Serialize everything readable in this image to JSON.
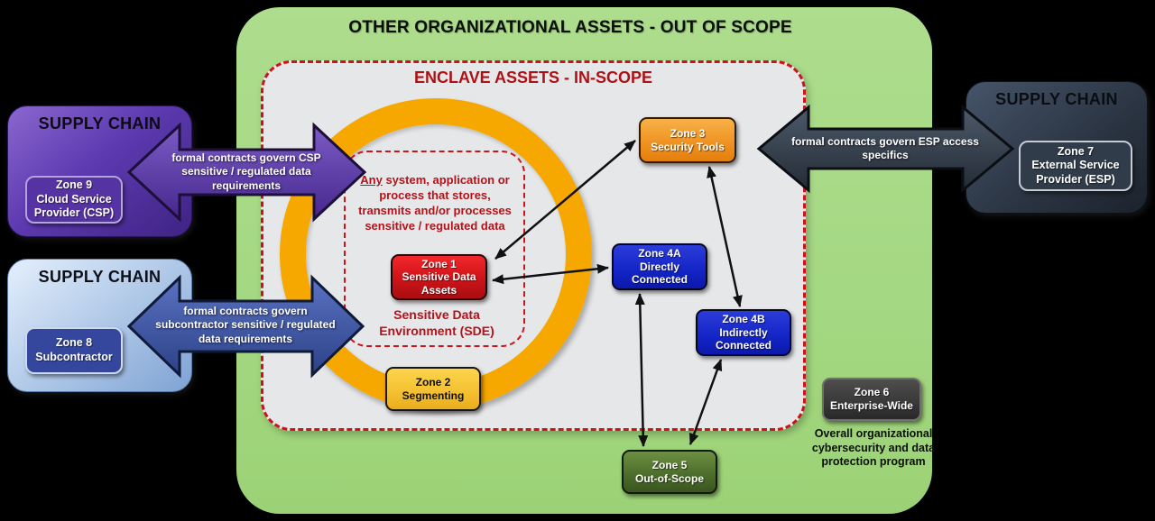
{
  "diagram": {
    "outer_title": "OTHER ORGANIZATIONAL ASSETS - OUT OF SCOPE",
    "enclave_title": "ENCLAVE ASSETS - IN-SCOPE"
  },
  "sde": {
    "any_word": "Any",
    "description_rest": " system, application or process that stores, transmits and/or processes sensitive / regulated data",
    "label": "Sensitive Data\nEnvironment (SDE)"
  },
  "zones": {
    "zone1": "Zone 1\nSensitive Data\nAssets",
    "zone2": "Zone 2\nSegmenting",
    "zone3": "Zone 3\nSecurity Tools",
    "zone4a": "Zone 4A\nDirectly\nConnected",
    "zone4b": "Zone 4B\nIndirectly\nConnected",
    "zone5": "Zone 5\nOut-of-Scope",
    "zone6": "Zone 6\nEnterprise-Wide",
    "zone6_caption": "Overall organizational cybersecurity and data protection program",
    "zone7": "Zone 7\nExternal Service\nProvider (ESP)",
    "zone8": "Zone 8\nSubcontractor",
    "zone9": "Zone 9\nCloud Service\nProvider (CSP)"
  },
  "supply_chain": {
    "csp": {
      "title": "SUPPLY CHAIN",
      "arrow_label": "formal contracts govern CSP sensitive / regulated data requirements"
    },
    "subcontractor": {
      "title": "SUPPLY CHAIN",
      "arrow_label": "formal contracts govern subcontractor sensitive / regulated data requirements"
    },
    "esp": {
      "title": "SUPPLY CHAIN",
      "arrow_label": "formal contracts govern ESP access specifics"
    }
  },
  "colors": {
    "background": "#000000",
    "out_of_scope_green": "#a5d883",
    "enclave_gray": "#e6e7e9",
    "enclave_border_red": "#cb1318",
    "sde_ring_orange": "#f6a800",
    "sde_text_red": "#b5121a",
    "zone1_red": "#d5161b",
    "zone2_yellow": "#f5c335",
    "zone3_orange": "#ef9322",
    "zone4_blue": "#1526c8",
    "zone5_green": "#4d6e2c",
    "zone6_gray": "#3a3a3a",
    "csp_purple": "#5d3ab0",
    "subcontractor_blue": "#b6cdea",
    "esp_slate": "#2c3644"
  }
}
